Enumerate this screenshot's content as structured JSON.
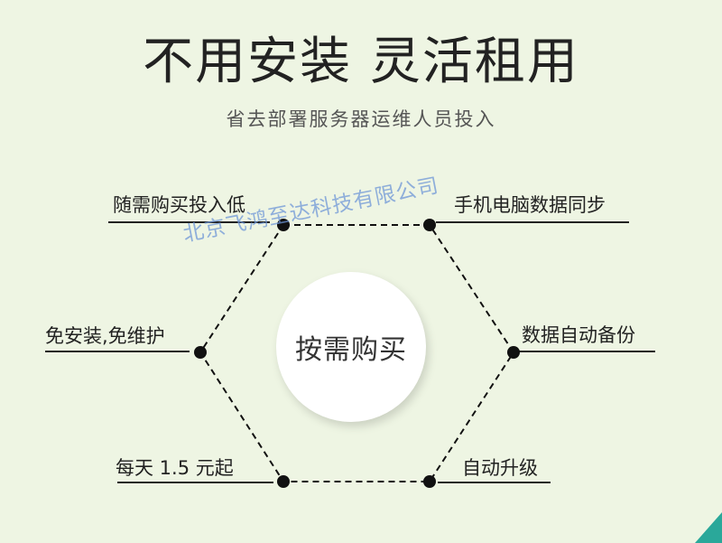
{
  "title": "不用安装 灵活租用",
  "subtitle": "省去部署服务器运维人员投入",
  "center_label": "按需购买",
  "features": {
    "top_left": "随需购买投入低",
    "top_right": "手机电脑数据同步",
    "middle_left": "免安装,免维护",
    "middle_right": "数据自动备份",
    "bottom_left": "每天 1.5 元起",
    "bottom_right": "自动升级"
  },
  "watermark": "北京飞鸿至达科技有限公司",
  "colors": {
    "background": "#eef5e3",
    "accent_teal": "#2aa89a",
    "line": "#111111"
  }
}
